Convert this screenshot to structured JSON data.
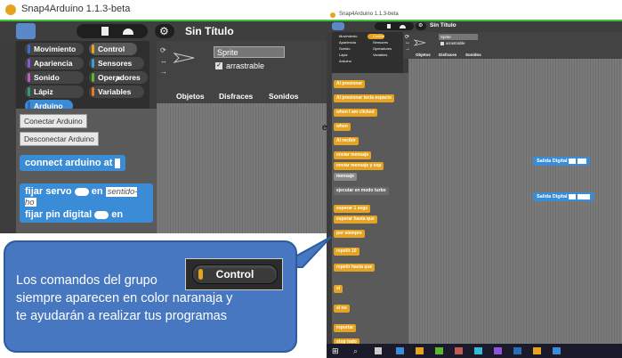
{
  "left_window": {
    "title": "Snap4Arduino 1.1.3-beta",
    "project_title": "Sin Título",
    "categories": [
      {
        "label": "Movimiento",
        "color": "#3a6dd6"
      },
      {
        "label": "Control",
        "color": "#e6a320"
      },
      {
        "label": "Apariencia",
        "color": "#8a55d6"
      },
      {
        "label": "Sensores",
        "color": "#3a9ed6"
      },
      {
        "label": "Sonido",
        "color": "#c25ac2"
      },
      {
        "label": "Operadores",
        "color": "#5ab82e"
      },
      {
        "label": "Lápiz",
        "color": "#2e9e6e"
      },
      {
        "label": "Variables",
        "color": "#e67a1e"
      },
      {
        "label": "Arduino",
        "color": "#3a8cd6"
      }
    ],
    "palette_buttons": [
      "Conectar Arduino",
      "Desconectar Arduino"
    ],
    "palette_blocks": [
      "connect arduino at",
      "fijar servo",
      "en",
      "sentido-ho",
      "fijar pin digital",
      "en"
    ],
    "sprite_name": "Sprite",
    "draggable_label": "arrastrable",
    "tabs": [
      "Objetos",
      "Disfraces",
      "Sonidos"
    ]
  },
  "right_window": {
    "title": "Snap4Arduino 1.1.3-beta",
    "project_title": "Sin Título",
    "categories": [
      "Movimiento",
      "Control",
      "Apariencia",
      "Sensores",
      "Sonido",
      "Operadores",
      "Lápiz",
      "Variables",
      "Arduino"
    ],
    "sprite_name": "Sprite",
    "draggable_label": "arrastrable",
    "tabs": [
      "Objetos",
      "Disfraces",
      "Sonidos"
    ],
    "control_blocks": [
      "Al presionar",
      "Al presionar tecla espacio",
      "when I am clicked",
      "when",
      "Al recibir",
      "enviar mensaje",
      "enviar mensaje y esp",
      "mensaje",
      "ejecutar en modo turbo",
      "esperar 1 segs",
      "esperar hasta que",
      "por siempre",
      "repetir 10",
      "repetir hasta que",
      "si",
      "si no",
      "reportar",
      "stop todo"
    ],
    "script_blocks": [
      "Salida Digital",
      "Salida Digital"
    ]
  },
  "callout": {
    "badge_label": "Control",
    "line1": "Los comandos del grupo",
    "line2": "siempre aparecen en color naranaja y",
    "line3": "te ayudarán a realizar tus programas"
  },
  "stray_text": "e"
}
